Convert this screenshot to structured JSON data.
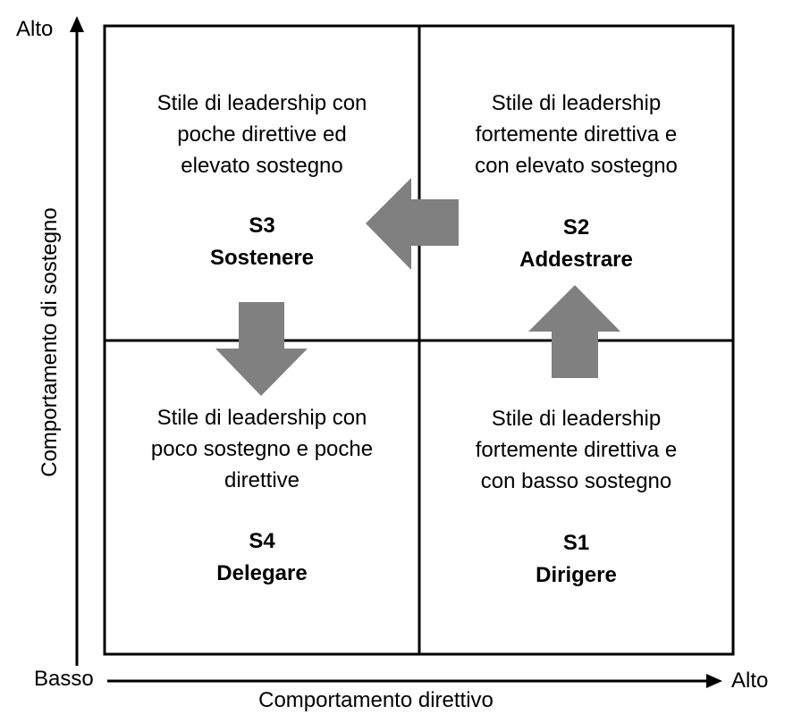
{
  "axes": {
    "y_high": "Alto",
    "y_label": "Comportamento di sostegno",
    "origin": "Basso",
    "x_high": "Alto",
    "x_label": "Comportamento direttivo"
  },
  "quadrants": {
    "s3": {
      "desc": [
        "Stile di leadership con",
        "poche direttive ed",
        "elevato sostegno"
      ],
      "code": "S3",
      "name": "Sostenere"
    },
    "s2": {
      "desc": [
        "Stile di leadership",
        "fortemente direttiva e",
        "con elevato sostegno"
      ],
      "code": "S2",
      "name": "Addestrare"
    },
    "s4": {
      "desc": [
        "Stile di leadership con",
        "poco sostegno e poche",
        "direttive"
      ],
      "code": "S4",
      "name": "Delegare"
    },
    "s1": {
      "desc": [
        "Stile di leadership",
        "fortemente direttiva e",
        "con basso sostegno"
      ],
      "code": "S1",
      "name": "Dirigere"
    }
  },
  "colors": {
    "arrow": "#808080",
    "line": "#000000"
  }
}
